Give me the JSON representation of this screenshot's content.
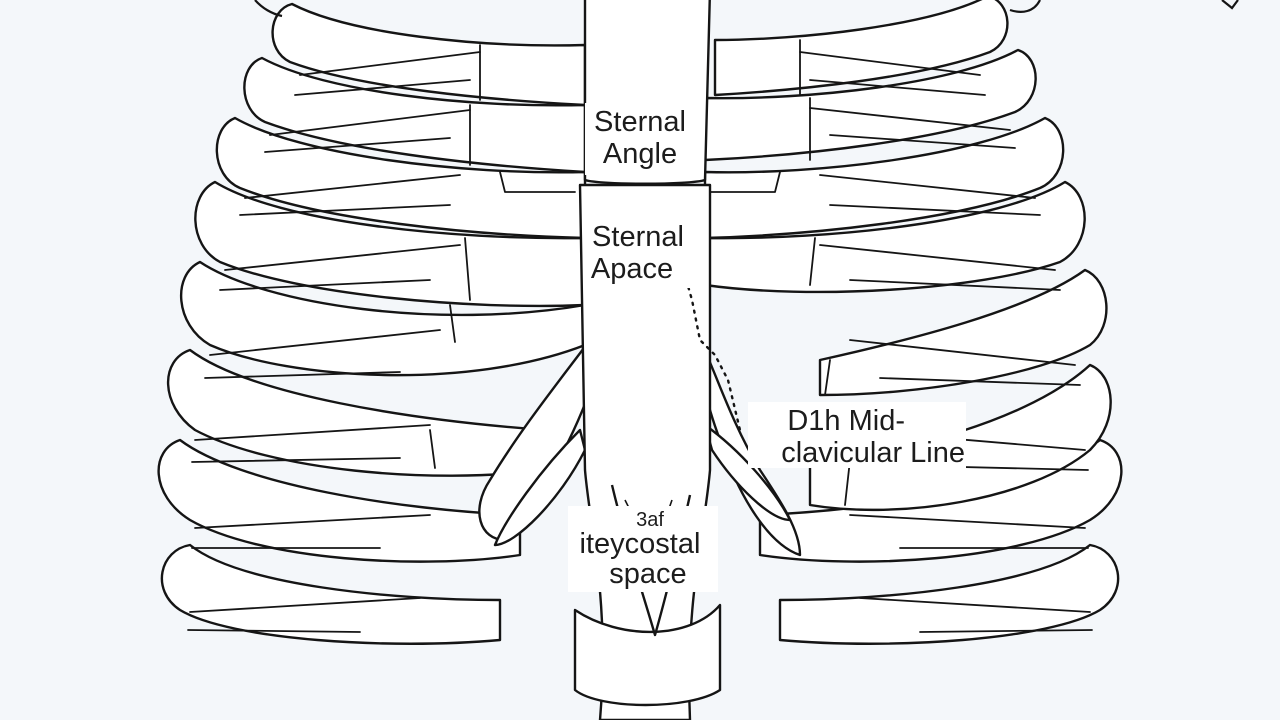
{
  "labels": {
    "sternal_angle": [
      "Sternal",
      "Angle"
    ],
    "sternal_apace": [
      "Sternal",
      "Apace"
    ],
    "mid_clavicular": [
      "D1h Mid-",
      "clavicular Line"
    ],
    "intercostal": [
      "3af",
      "iteycostal",
      "space"
    ]
  },
  "colors": {
    "background": "#f4f7fa",
    "bone_fill": "#ffffff",
    "outline": "#151515",
    "text": "#1c1c1c"
  }
}
